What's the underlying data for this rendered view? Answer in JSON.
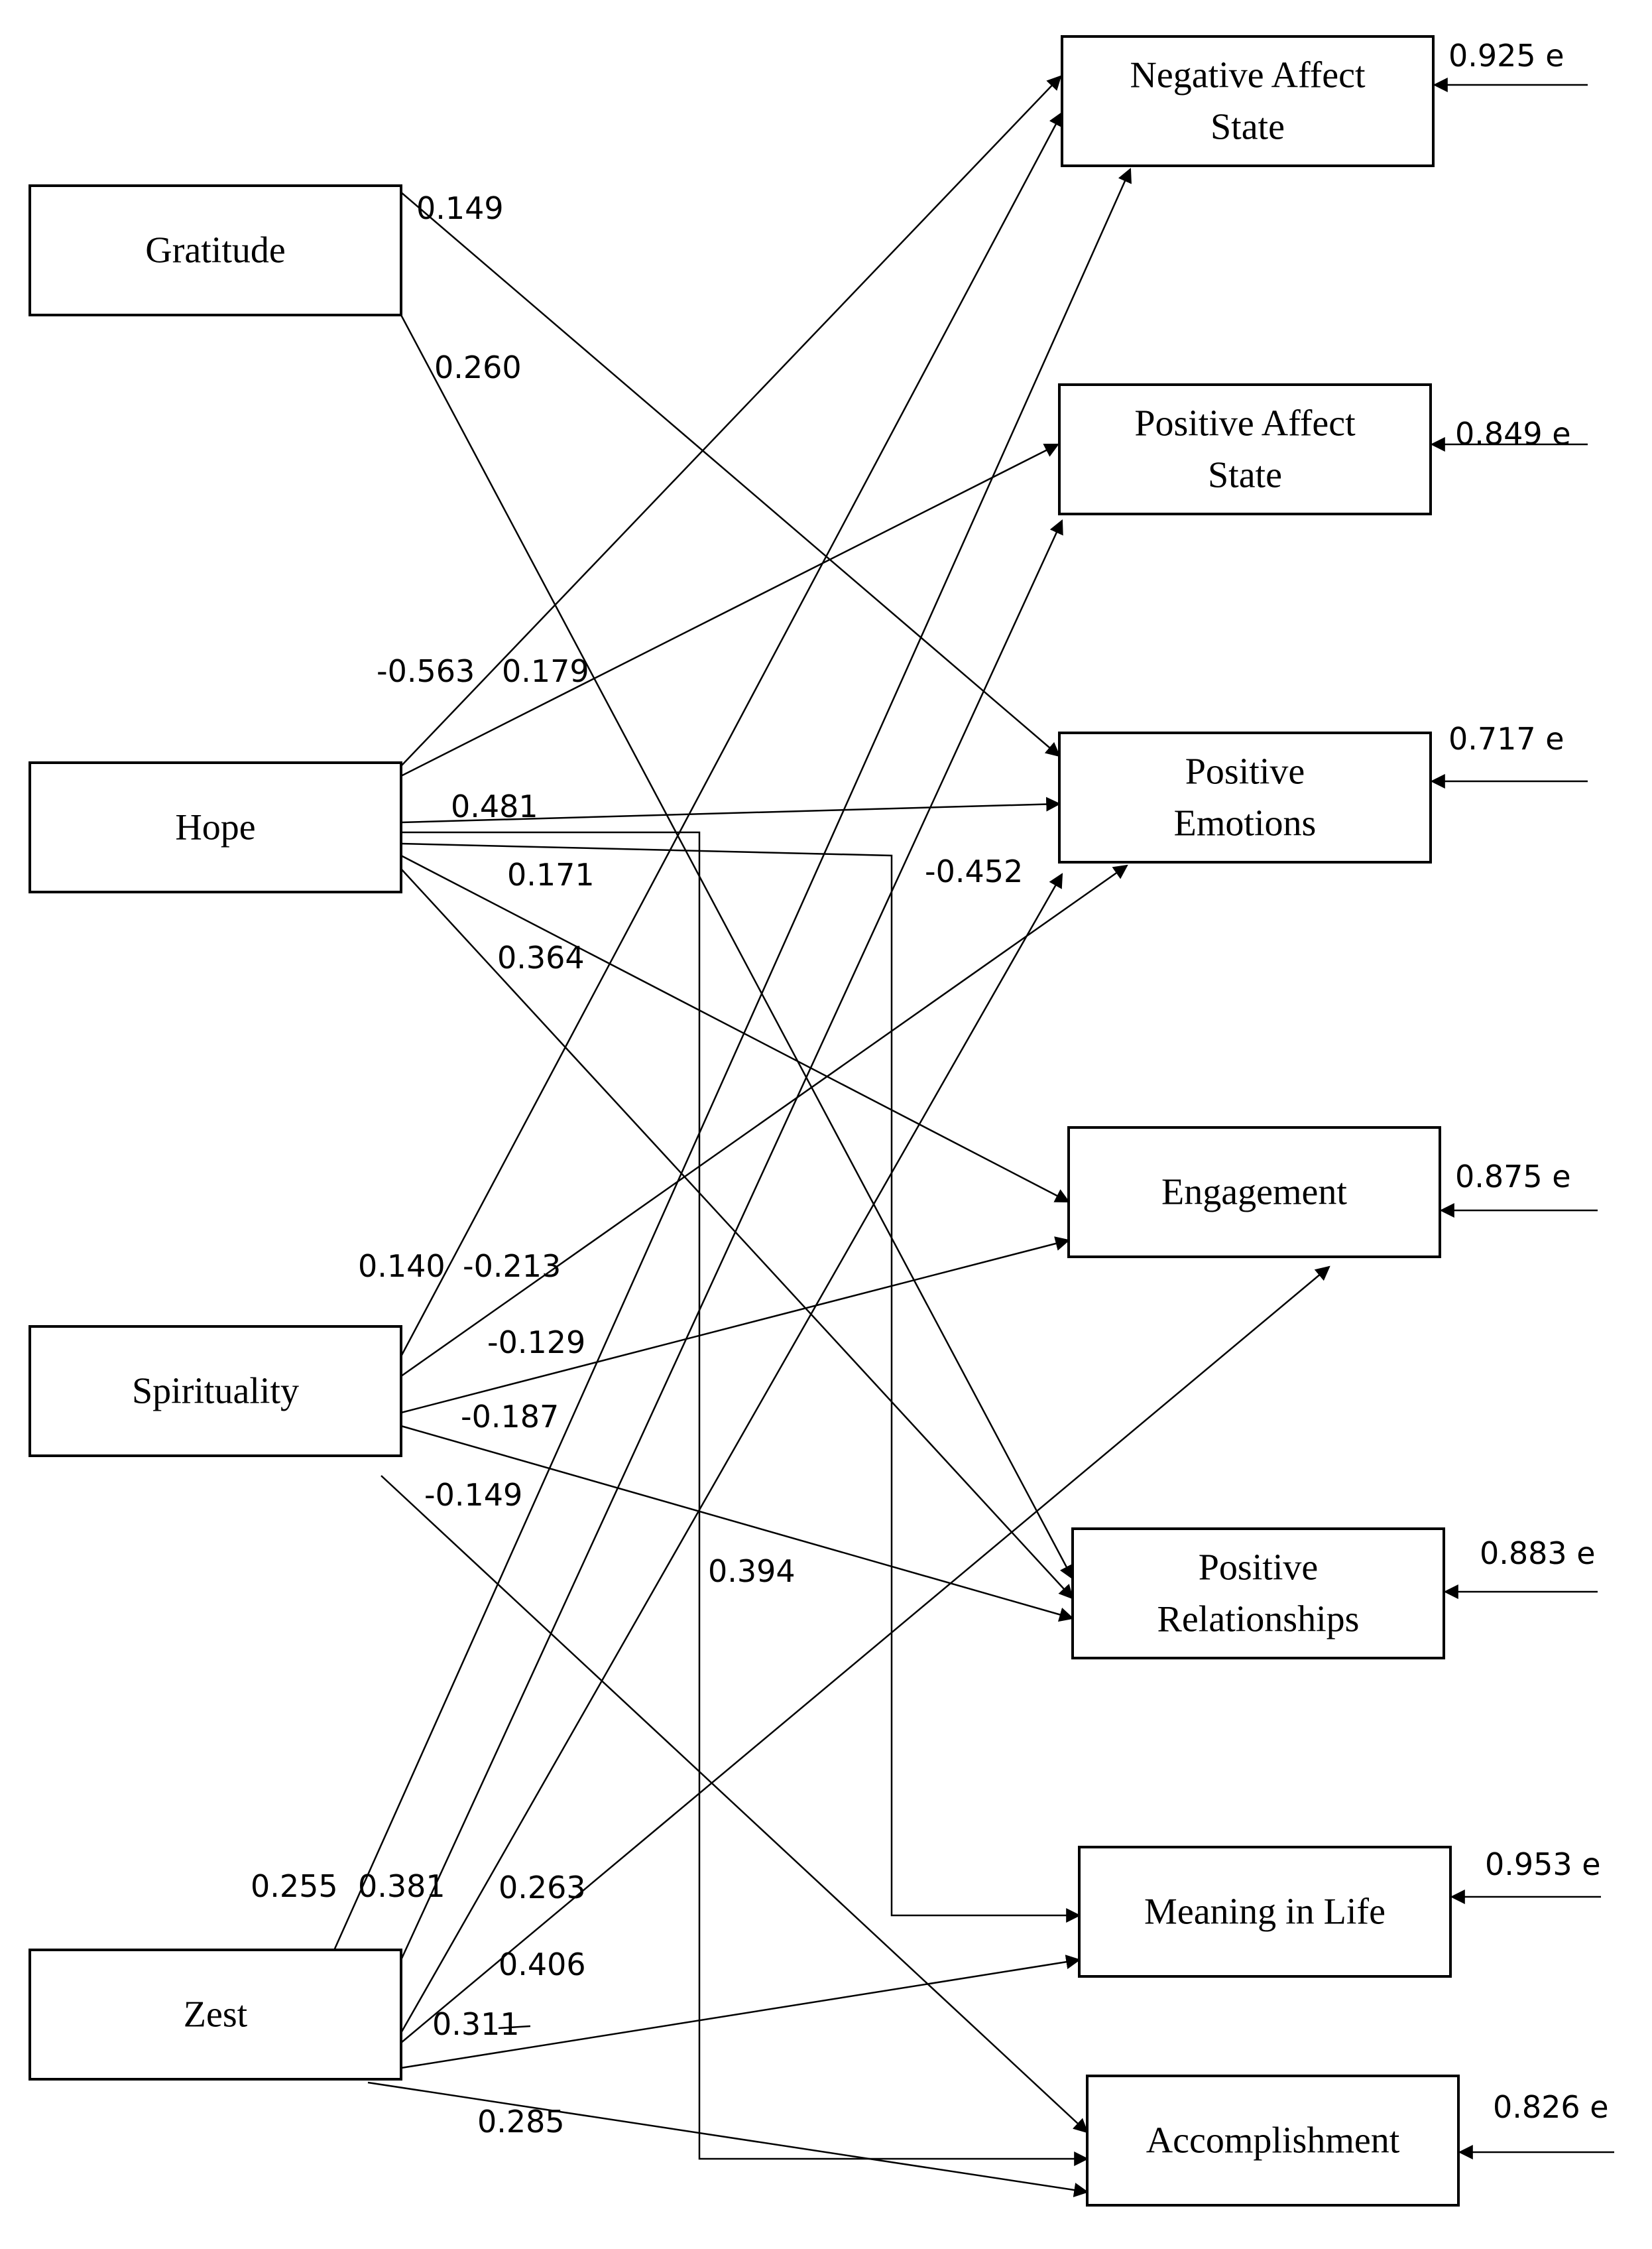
{
  "diagram": {
    "predictors": [
      {
        "id": "gratitude",
        "label": "Gratitude"
      },
      {
        "id": "hope",
        "label": "Hope"
      },
      {
        "id": "spirituality",
        "label": "Spirituality"
      },
      {
        "id": "zest",
        "label": "Zest"
      }
    ],
    "outcomes": [
      {
        "id": "negative-affect",
        "lines": [
          "Negative Affect",
          "State"
        ],
        "error": "0.925 e"
      },
      {
        "id": "positive-affect",
        "lines": [
          "Positive Affect",
          "State"
        ],
        "error": "0.849 e"
      },
      {
        "id": "positive-emotions",
        "lines": [
          "Positive",
          "Emotions"
        ],
        "error": "0.717 e"
      },
      {
        "id": "engagement",
        "lines": [
          "Engagement"
        ],
        "error": "0.875 e"
      },
      {
        "id": "positive-relationships",
        "lines": [
          "Positive",
          "Relationships"
        ],
        "error": "0.883 e"
      },
      {
        "id": "meaning-in-life",
        "lines": [
          "Meaning in Life"
        ],
        "error": "0.953 e"
      },
      {
        "id": "accomplishment",
        "lines": [
          "Accomplishment"
        ],
        "error": "0.826 e"
      }
    ],
    "paths": [
      {
        "from": "gratitude",
        "to": "positive-emotions",
        "coef": "0.149"
      },
      {
        "from": "gratitude",
        "to": "positive-relationships",
        "coef": "0.260"
      },
      {
        "from": "hope",
        "to": "negative-affect",
        "coef": "-0.563"
      },
      {
        "from": "hope",
        "to": "positive-affect",
        "coef": "0.179"
      },
      {
        "from": "hope",
        "to": "positive-emotions",
        "coef": "0.481"
      },
      {
        "from": "hope",
        "to": "accomplishment",
        "coef": "0.394"
      },
      {
        "from": "hope",
        "to": "meaning-in-life",
        "coef": "0.171"
      },
      {
        "from": "hope",
        "to": "engagement",
        "coef": "0.364"
      },
      {
        "from": "hope",
        "to": "positive-relationships",
        "coef": ""
      },
      {
        "from": "spirituality",
        "to": "negative-affect",
        "coef": "0.140"
      },
      {
        "from": "spirituality",
        "to": "positive-emotions",
        "coef": "-0.213"
      },
      {
        "from": "spirituality",
        "to": "engagement",
        "coef": "-0.129"
      },
      {
        "from": "spirituality",
        "to": "positive-relationships",
        "coef": "-0.187"
      },
      {
        "from": "spirituality",
        "to": "accomplishment",
        "coef": "-0.149"
      },
      {
        "from": "zest",
        "to": "negative-affect",
        "coef": "0.255"
      },
      {
        "from": "zest",
        "to": "positive-affect",
        "coef": "0.381"
      },
      {
        "from": "zest",
        "to": "positive-emotions",
        "coef": "-0.452"
      },
      {
        "from": "zest",
        "to": "engagement",
        "coef": "0.263"
      },
      {
        "from": "zest",
        "to": "meaning-in-life",
        "coef": "0.406"
      },
      {
        "from": "zest",
        "to": "accomplishment",
        "coef": "0.285"
      }
    ],
    "extra_label": "0.311"
  }
}
